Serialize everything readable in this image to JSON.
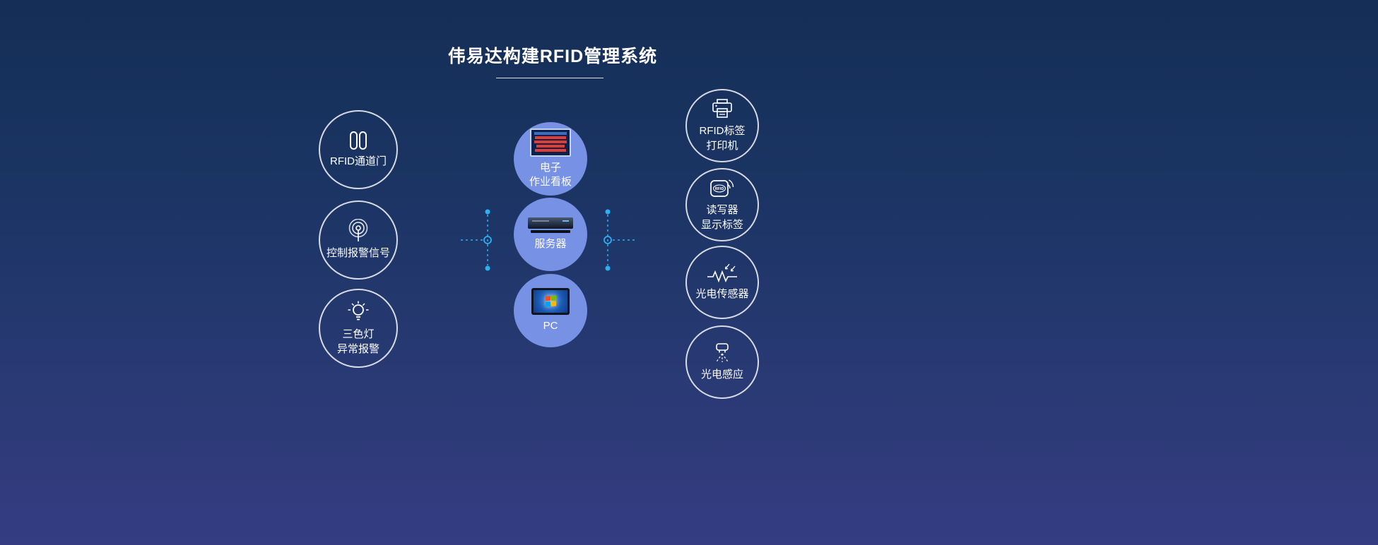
{
  "title": {
    "text": "伟易达构建RFID管理系统"
  },
  "left_nodes": [
    {
      "line1": "RFID通道门",
      "line2": ""
    },
    {
      "line1": "控制报警信号",
      "line2": ""
    },
    {
      "line1": "三色灯",
      "line2": "异常报警"
    }
  ],
  "center_nodes": [
    {
      "line1": "电子",
      "line2": "作业看板"
    },
    {
      "line1": "服务器",
      "line2": ""
    },
    {
      "line1": "PC",
      "line2": ""
    }
  ],
  "right_nodes": [
    {
      "line1": "RFID标签",
      "line2": "打印机"
    },
    {
      "line1": "读写器",
      "line2": "显示标签"
    },
    {
      "line1": "光电传感器",
      "line2": ""
    },
    {
      "line1": "光电感应",
      "line2": ""
    }
  ],
  "icons": {
    "reader_tag_text": "RFID"
  },
  "colors": {
    "background_top": "#142e57",
    "background_bottom": "#353c82",
    "node_fill": "#7791e5",
    "circle_outline": "#ffffff",
    "connector_accent": "#2bb1f2",
    "kanban_row_red": "#e23d33",
    "text": "#ffffff"
  }
}
